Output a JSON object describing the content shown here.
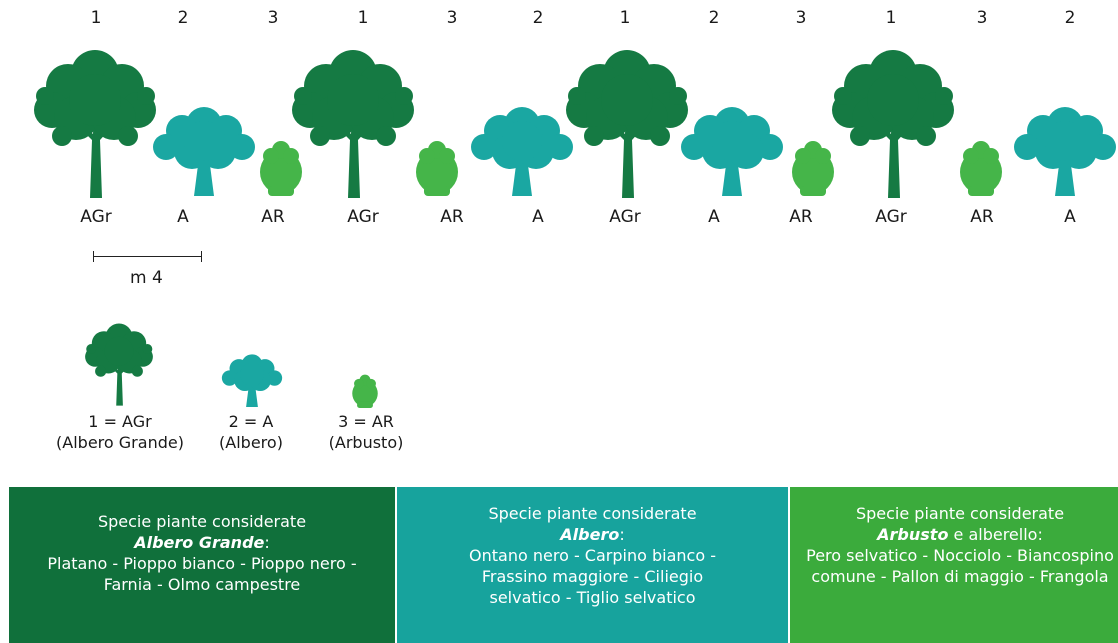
{
  "colors": {
    "albero_grande": "#157a43",
    "albero": "#1aa7a2",
    "arbusto": "#45b549",
    "panel_albero_grande": "#10703b",
    "panel_albero": "#17a39d",
    "panel_arbusto": "#3bab3c"
  },
  "sequence": [
    {
      "num": "1",
      "code": "AGr",
      "type": "albero-grande"
    },
    {
      "num": "2",
      "code": "A",
      "type": "albero"
    },
    {
      "num": "3",
      "code": "AR",
      "type": "arbusto"
    },
    {
      "num": "1",
      "code": "AGr",
      "type": "albero-grande"
    },
    {
      "num": "3",
      "code": "AR",
      "type": "arbusto"
    },
    {
      "num": "2",
      "code": "A",
      "type": "albero"
    },
    {
      "num": "1",
      "code": "AGr",
      "type": "albero-grande"
    },
    {
      "num": "2",
      "code": "A",
      "type": "albero"
    },
    {
      "num": "3",
      "code": "AR",
      "type": "arbusto"
    },
    {
      "num": "1",
      "code": "AGr",
      "type": "albero-grande"
    },
    {
      "num": "3",
      "code": "AR",
      "type": "arbusto"
    },
    {
      "num": "2",
      "code": "A",
      "type": "albero"
    }
  ],
  "scale": {
    "label": "m 4"
  },
  "legend": [
    {
      "code": "1 = AGr",
      "name": "(Albero Grande)"
    },
    {
      "code": "2 = A",
      "name": "(Albero)"
    },
    {
      "code": "3 = AR",
      "name": "(Arbusto)"
    }
  ],
  "panels": [
    {
      "heading": "Specie piante considerate",
      "type": "Albero Grande",
      "type_suffix": ":",
      "species": "Platano - Pioppo bianco - Pioppo nero - Farnia - Olmo campestre"
    },
    {
      "heading": "Specie piante considerate",
      "type": "Albero",
      "type_suffix": ":",
      "species": "Ontano nero - Carpino bianco - Frassino maggiore - Ciliegio selvatico - Tiglio selvatico"
    },
    {
      "heading": "Specie piante considerate",
      "type": "Arbusto",
      "type_suffix": " e alberello:",
      "species": "Pero selvatico - Nocciolo - Biancospino comune - Pallon di maggio - Frangola"
    }
  ]
}
